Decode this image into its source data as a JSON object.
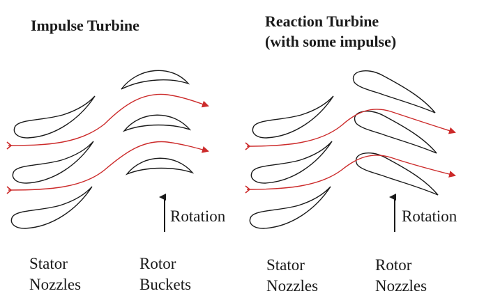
{
  "impulse": {
    "title": "Impulse Turbine",
    "rotation": "Rotation",
    "stator": {
      "line1": "Stator",
      "line2": "Nozzles"
    },
    "rotor": {
      "line1": "Rotor",
      "line2": "Buckets"
    }
  },
  "reaction": {
    "title_line1": "Reaction Turbine",
    "title_line2": "(with some impulse)",
    "rotation": "Rotation",
    "stator": {
      "line1": "Stator",
      "line2": "Nozzles"
    },
    "rotor": {
      "line1": "Rotor",
      "line2": "Nozzles"
    }
  },
  "colors": {
    "blade_outline": "#1a1a1a",
    "flow_line": "#cc2a2a",
    "rotation_arrow": "#1a1a1a"
  }
}
